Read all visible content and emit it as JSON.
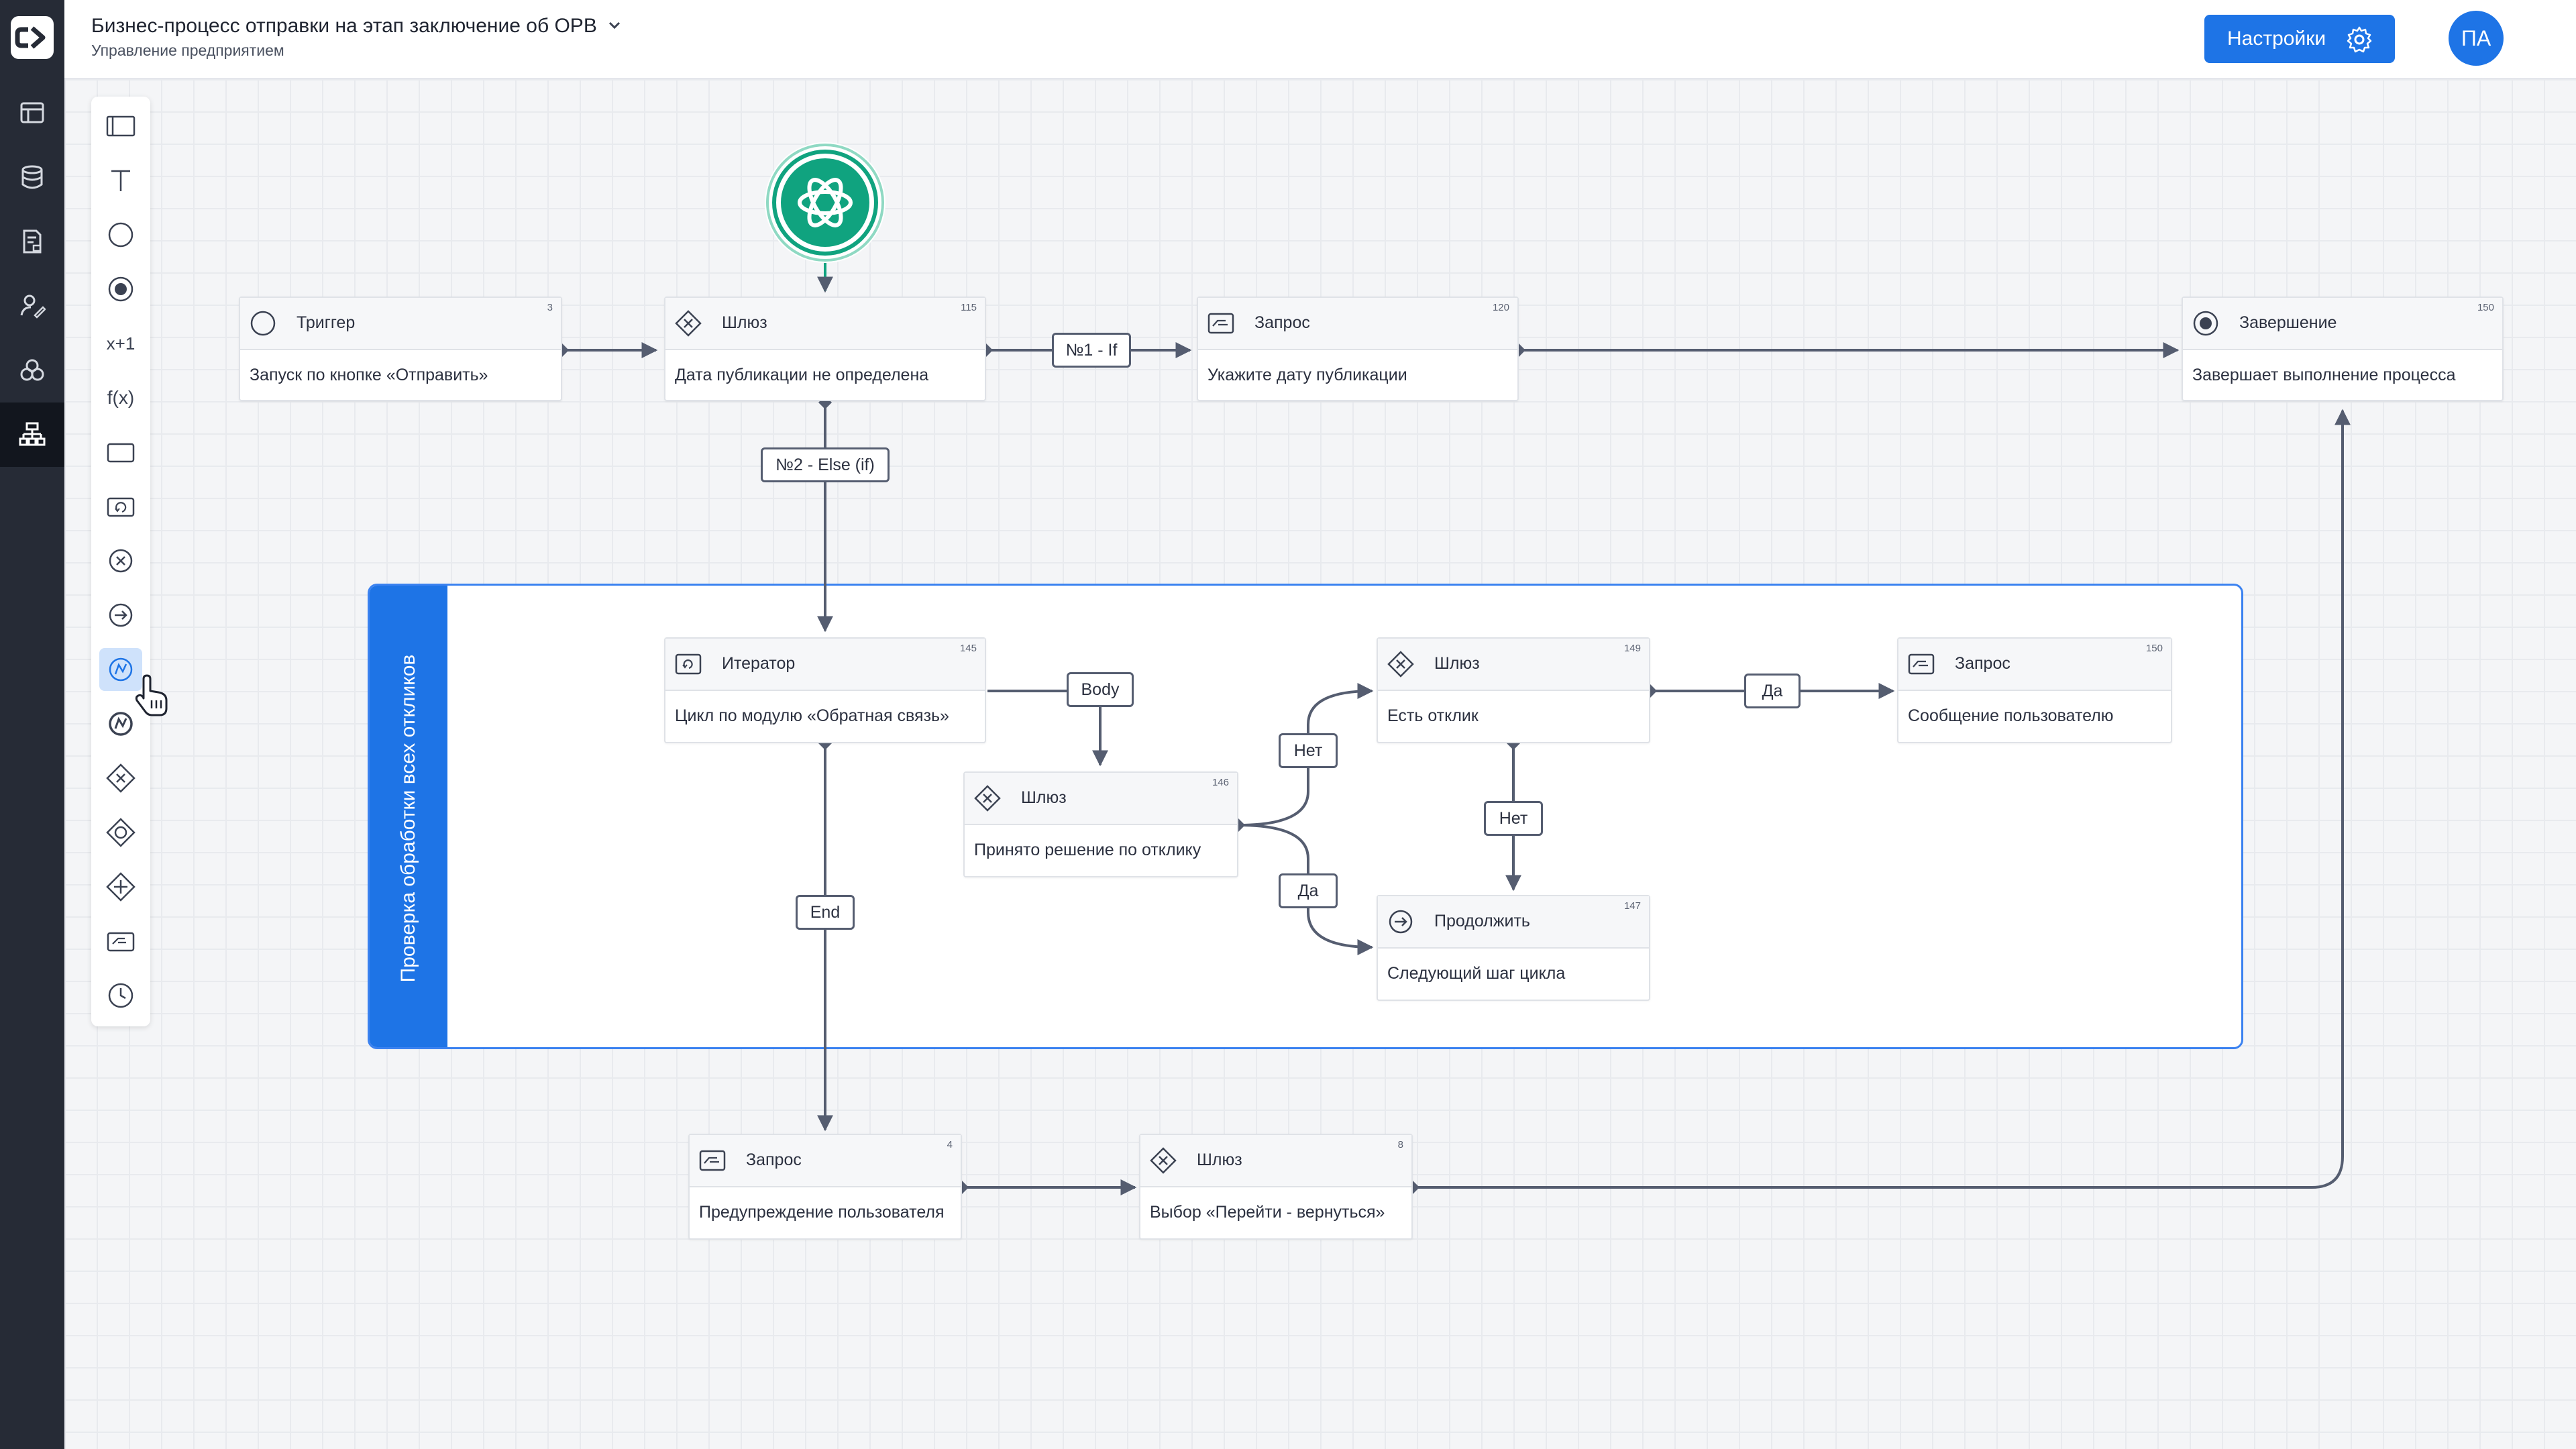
{
  "header": {
    "title": "Бизнес-процесс отправки на этап заключение об ОРВ",
    "subtitle": "Управление предприятием",
    "settings_label": "Настройки",
    "avatar_initials": "ПА"
  },
  "sidebar": {
    "items": [
      {
        "icon": "table-icon"
      },
      {
        "icon": "database-icon"
      },
      {
        "icon": "document-lock-icon"
      },
      {
        "icon": "user-edit-icon"
      },
      {
        "icon": "circles-icon"
      },
      {
        "icon": "process-tree-icon",
        "active": true
      }
    ]
  },
  "palette": {
    "tools": [
      {
        "icon": "panel-icon"
      },
      {
        "icon": "text-icon",
        "glyph": "T"
      },
      {
        "icon": "start-event-icon"
      },
      {
        "icon": "end-event-icon"
      },
      {
        "icon": "increment-icon",
        "glyph": "x+1"
      },
      {
        "icon": "function-icon",
        "glyph": "f(x)"
      },
      {
        "icon": "task-icon"
      },
      {
        "icon": "loop-task-icon"
      },
      {
        "icon": "exclusive-gateway-icon"
      },
      {
        "icon": "continue-icon"
      },
      {
        "icon": "error-event-icon",
        "active": true
      },
      {
        "icon": "error-event-filled-icon"
      },
      {
        "icon": "exclusive-gateway-diamond-icon"
      },
      {
        "icon": "inclusive-gateway-icon"
      },
      {
        "icon": "parallel-gateway-icon"
      },
      {
        "icon": "request-task-icon"
      },
      {
        "icon": "timer-icon"
      }
    ]
  },
  "group": {
    "title": "Проверка обработки всех откликов"
  },
  "nodes": {
    "trigger": {
      "title": "Триггер",
      "id": "3",
      "body": "Запуск по кнопке  «Отправить»"
    },
    "gateway115": {
      "title": "Шлюз",
      "id": "115",
      "body": "Дата публикации не определена"
    },
    "request120": {
      "title": "Запрос",
      "id": "120",
      "body": "Укажите дату публикации"
    },
    "end150": {
      "title": "Завершение",
      "id": "150",
      "body": "Завершает выполнение процесса"
    },
    "iterator145": {
      "title": "Итератор",
      "id": "145",
      "body": "Цикл по модулю «Обратная связь»"
    },
    "gateway146": {
      "title": "Шлюз",
      "id": "146",
      "body": "Принято решение по отклику"
    },
    "gateway149": {
      "title": "Шлюз",
      "id": "149",
      "body": "Есть отклик"
    },
    "request150": {
      "title": "Запрос",
      "id": "150",
      "body": "Сообщение пользователю"
    },
    "continue147": {
      "title": "Продолжить",
      "id": "147",
      "body": "Следующий шаг цикла"
    },
    "request4": {
      "title": "Запрос",
      "id": "4",
      "body": "Предупреждение пользователя"
    },
    "gateway8": {
      "title": "Шлюз",
      "id": "8",
      "body": "Выбор «Перейти - вернуться»"
    }
  },
  "edge_labels": {
    "if1": "№1 - If",
    "else2": "№2 - Else (if)",
    "body": "Body",
    "end": "End",
    "net1": "Нет",
    "da1": "Да",
    "da2": "Да",
    "net2": "Нет"
  },
  "colors": {
    "accent": "#1e74e6",
    "rail": "#262b36",
    "ai": "#10a37f",
    "edge": "#555d70"
  }
}
